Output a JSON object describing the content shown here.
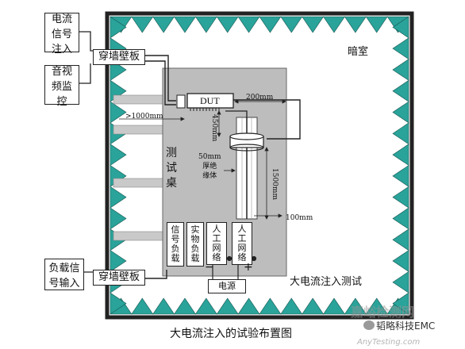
{
  "outside": {
    "current_signal_box": [
      "电流",
      "信号",
      "注入"
    ],
    "av_monitor_box": [
      "音视",
      "频监",
      "控"
    ],
    "load_signal_box": [
      "负载信",
      "号输入"
    ],
    "feedthrough_top": "穿墙壁板",
    "feedthrough_bottom": "穿墙壁板"
  },
  "chamber": {
    "title": "暗室",
    "test_label": "大电流注入测试"
  },
  "table": {
    "label": [
      "测",
      "试",
      "桌"
    ],
    "dut_label": "DUT",
    "dim_200": "200mm",
    "dim_1000": ">1000mm",
    "dim_450": "450mm",
    "dim_1500": "1500mm",
    "dim_100": "100mm",
    "insulation": [
      "50mm",
      "厚绝",
      "缘体"
    ]
  },
  "loads": {
    "signal_load": [
      "信",
      "号",
      "负",
      "载"
    ],
    "real_load": [
      "实",
      "物",
      "负",
      "载"
    ],
    "lisn_1": [
      "人",
      "工",
      "网",
      "络"
    ],
    "lisn_2": [
      "人",
      "工",
      "网",
      "络"
    ],
    "minus": "−",
    "plus": "+",
    "power": "电源"
  },
  "caption": "大电流注入的试验布置图",
  "watermark": {
    "site": "嘉峪检测网",
    "url": "AnyTesting.com",
    "brand": "韬略科技EMC"
  }
}
